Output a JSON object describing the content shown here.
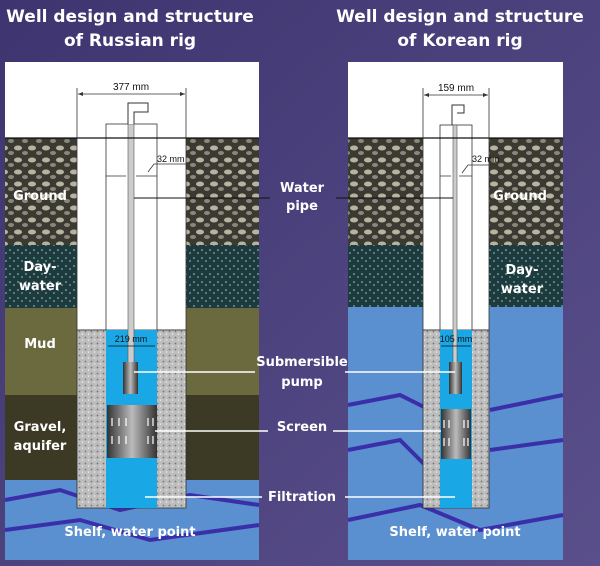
{
  "left": {
    "title_line1": "Well design and structure",
    "title_line2": "of Russian rig",
    "outer_diameter": "377 mm",
    "pipe_diameter": "32 mm",
    "casing_diameter": "219 mm",
    "layers": [
      "Ground",
      "Day-",
      "water",
      "Mud",
      "Gravel,",
      "aquifer",
      "Shelf, water point"
    ]
  },
  "right": {
    "title_line1": "Well design and structure",
    "title_line2": "of Korean rig",
    "outer_diameter": "159 mm",
    "pipe_diameter": "32 mm",
    "casing_diameter": "105 mm",
    "layers": [
      "Ground",
      "Day-",
      "water",
      "Shelf, water point"
    ]
  },
  "components": {
    "water_pipe_1": "Water",
    "water_pipe_2": "pipe",
    "pump_1": "Submersible",
    "pump_2": "pump",
    "screen": "Screen",
    "filtration": "Filtration"
  },
  "colors": {
    "background": "#4a3f78",
    "water": "#1aa7e6",
    "shelf": "#5a8fd0"
  }
}
